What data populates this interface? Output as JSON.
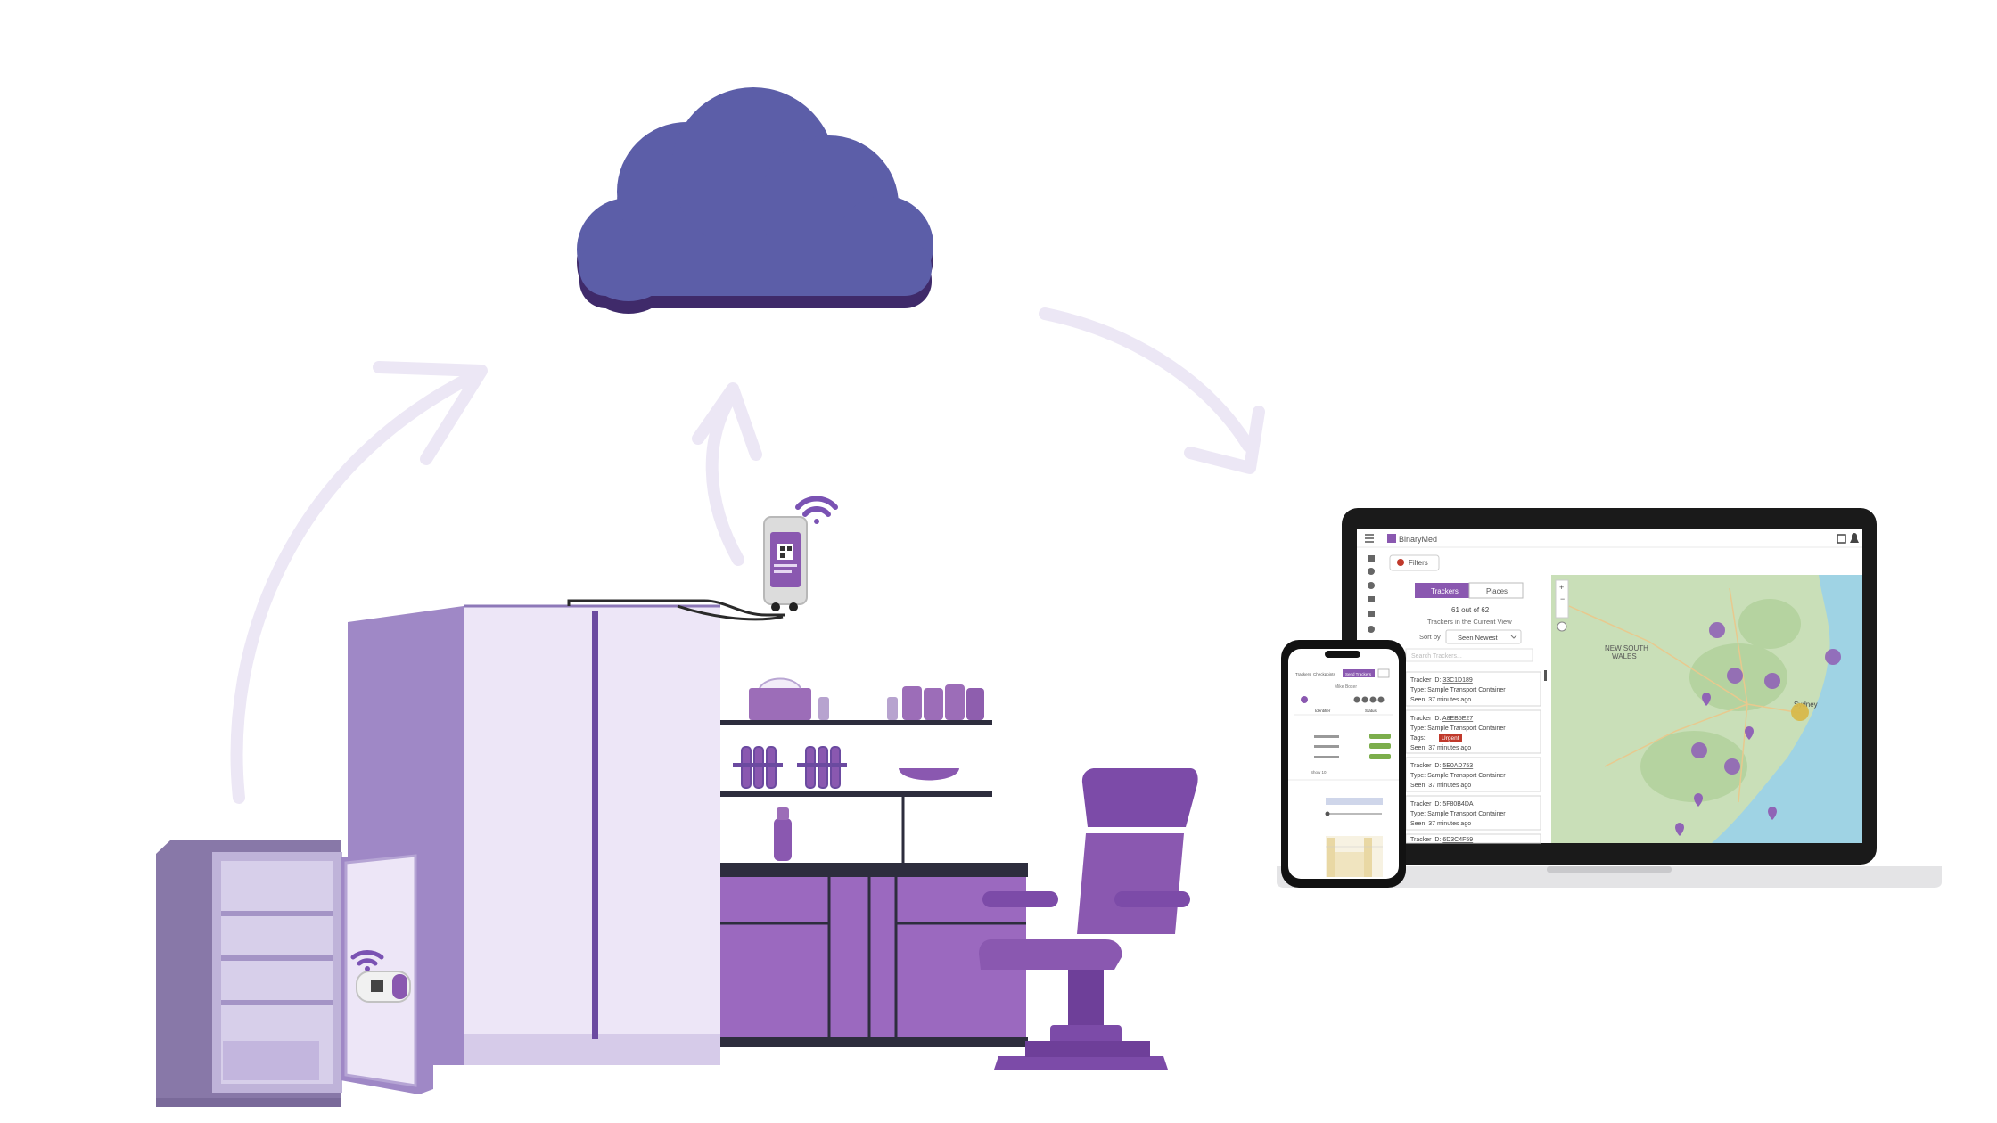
{
  "brand": {
    "name": "BinaryMed"
  },
  "laptop": {
    "filters_label": "Filters",
    "tabs": [
      "Trackers",
      "Places"
    ],
    "count_text": "61 out of 62",
    "subtitle": "Trackers in the Current View",
    "sort_label": "Sort by",
    "sort_value": "Seen Newest",
    "search_placeholder": "Search Trackers...",
    "trackers": [
      {
        "id": "33C1D189",
        "type": "Sample Transport Container",
        "seen": "37 minutes ago",
        "tag": ""
      },
      {
        "id": "A8EB5E27",
        "type": "Sample Transport Container",
        "seen": "37 minutes ago",
        "tag": "Urgent"
      },
      {
        "id": "5E0AD753",
        "type": "Sample Transport Container",
        "seen": "37 minutes ago",
        "tag": ""
      },
      {
        "id": "5F80B4DA",
        "type": "Sample Transport Container",
        "seen": "37 minutes ago",
        "tag": ""
      },
      {
        "id": "6D3C4F59",
        "type": "",
        "seen": "",
        "tag": ""
      }
    ],
    "field_labels": {
      "id": "Tracker ID:",
      "type": "Type:",
      "seen": "Seen:",
      "tags": "Tags:"
    },
    "map_labels": [
      "NEW SOUTH",
      "WALES",
      "Sydney"
    ]
  },
  "phone": {
    "tabs": [
      "Trackers",
      "Checkpoints"
    ],
    "button": "Send Trackers",
    "heading": "Mike Boxer",
    "columns": [
      "Identifier",
      "Status"
    ],
    "show_label": "Show 10"
  },
  "colors": {
    "cloud": "#5c5ea8",
    "cloud_shadow": "#3f2a6a",
    "accent_purple": "#8a58b0",
    "arrow": "#ece7f5",
    "map_land": "#c9dfb8",
    "map_sea": "#9fd3e4",
    "marker": "#9064b6"
  },
  "icons": [
    "wifi-icon",
    "cloud-icon",
    "bell-icon",
    "qr-icon",
    "menu-icon",
    "map-pin-icon"
  ]
}
